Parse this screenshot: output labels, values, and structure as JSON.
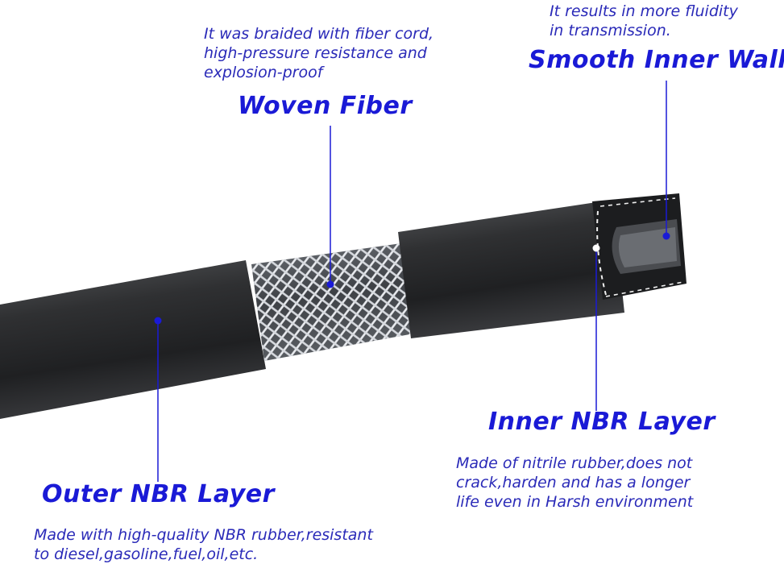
{
  "labels": {
    "woven_fiber": {
      "title": "Woven Fiber",
      "desc": [
        "It was braided with fiber cord,",
        "high-pressure resistance and",
        "explosion-proof"
      ]
    },
    "smooth_inner_wall": {
      "title": "Smooth Inner Wall",
      "desc": [
        "It results in more fluidity",
        "in transmission."
      ]
    },
    "inner_nbr": {
      "title": "Inner NBR Layer",
      "desc": [
        "Made of nitrile rubber,does not",
        "crack,harden and has a longer",
        "life even in Harsh environment"
      ]
    },
    "outer_nbr": {
      "title": "Outer NBR Layer",
      "desc": [
        "Made with high-quality NBR rubber,resistant",
        "to diesel,gasoline,fuel,oil,etc."
      ]
    }
  },
  "colors": {
    "label_blue": "#1a1ad6",
    "desc_blue": "#2a2ab8",
    "hose_black": "#2a2b2d",
    "braid_white": "#e8eaee"
  }
}
